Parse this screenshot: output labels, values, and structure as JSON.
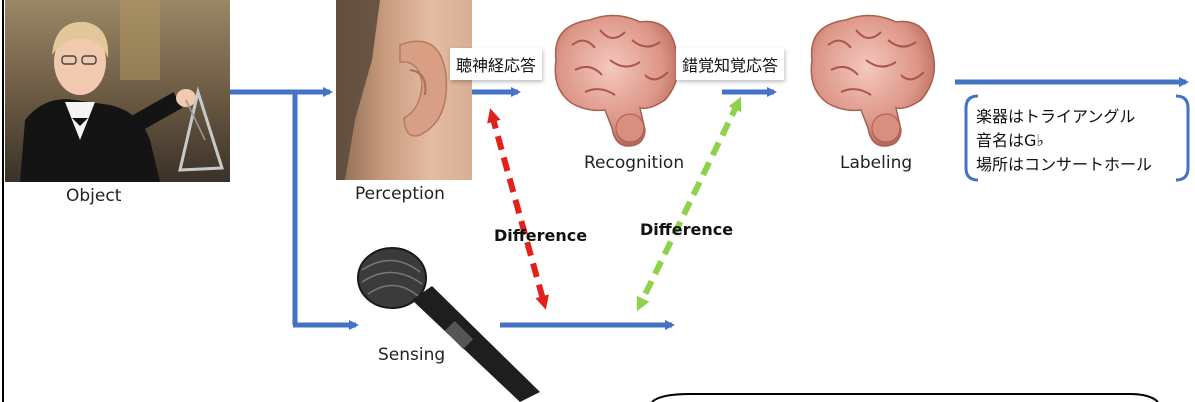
{
  "labels": {
    "object": "Object",
    "perception": "Perception",
    "recognition": "Recognition",
    "labeling": "Labeling",
    "sensing": "Sensing",
    "difference_left": "Difference",
    "difference_right": "Difference"
  },
  "tags": {
    "auditory_nerve": "聴神経応答",
    "illusion_perception": "錯覚知覚応答"
  },
  "result": {
    "lines": [
      "楽器はトライアングル",
      "音名はG♭",
      "場所はコンサートホール"
    ]
  },
  "colors": {
    "flow_arrow": "#4472c4",
    "difference_red": "#e0211c",
    "difference_green": "#8ed14a",
    "bracket": "#4472c4"
  },
  "icons": {
    "object": "boy-with-triangle-photo",
    "perception": "ear-photo",
    "recognition": "brain-icon",
    "labeling": "brain-icon",
    "sensing": "microphone-icon"
  }
}
